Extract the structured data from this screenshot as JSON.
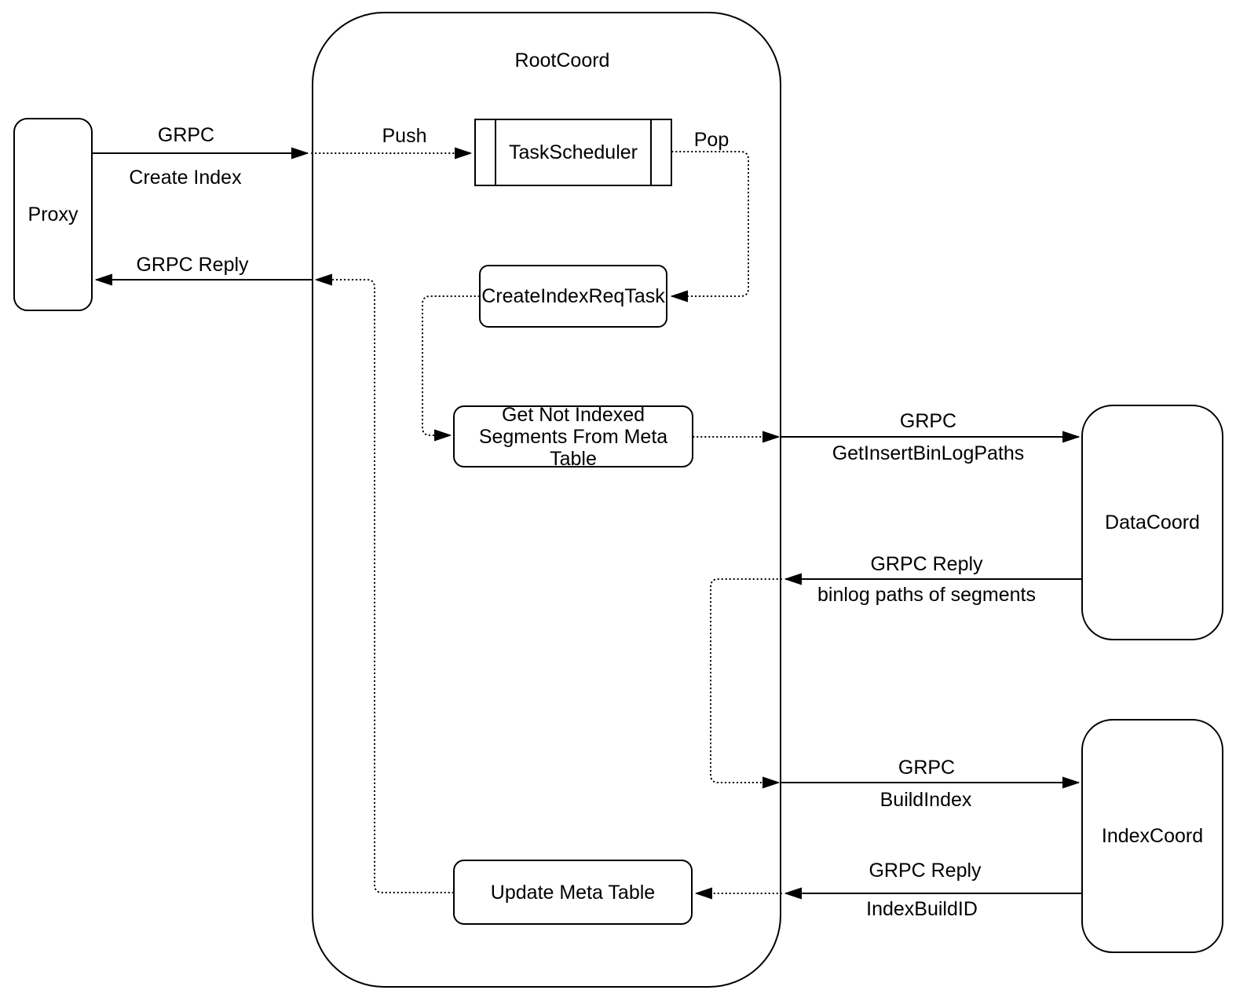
{
  "colors": {
    "stroke": "#000000",
    "background": "#ffffff"
  },
  "nodes": {
    "proxy": {
      "label": "Proxy"
    },
    "rootcoord": {
      "label": "RootCoord"
    },
    "task_scheduler": {
      "label": "TaskScheduler"
    },
    "create_index_req_task": {
      "label": "CreateIndexReqTask"
    },
    "get_not_indexed_segments": {
      "label": "Get Not Indexed Segments From Meta Table"
    },
    "update_meta_table": {
      "label": "Update Meta Table"
    },
    "data_coord": {
      "label": "DataCoord"
    },
    "index_coord": {
      "label": "IndexCoord"
    }
  },
  "edges": {
    "proxy_to_rootcoord": {
      "protocol": "GRPC",
      "message": "Create Index"
    },
    "push": {
      "label": "Push"
    },
    "pop": {
      "label": "Pop"
    },
    "rootcoord_to_proxy": {
      "label": "GRPC Reply"
    },
    "rootcoord_to_datacoord": {
      "protocol": "GRPC",
      "message": "GetInsertBinLogPaths"
    },
    "datacoord_to_rootcoord": {
      "protocol": "GRPC Reply",
      "message": "binlog paths of segments"
    },
    "rootcoord_to_indexcoord": {
      "protocol": "GRPC",
      "message": "BuildIndex"
    },
    "indexcoord_to_rootcoord": {
      "protocol": "GRPC Reply",
      "message": "IndexBuildID"
    }
  }
}
